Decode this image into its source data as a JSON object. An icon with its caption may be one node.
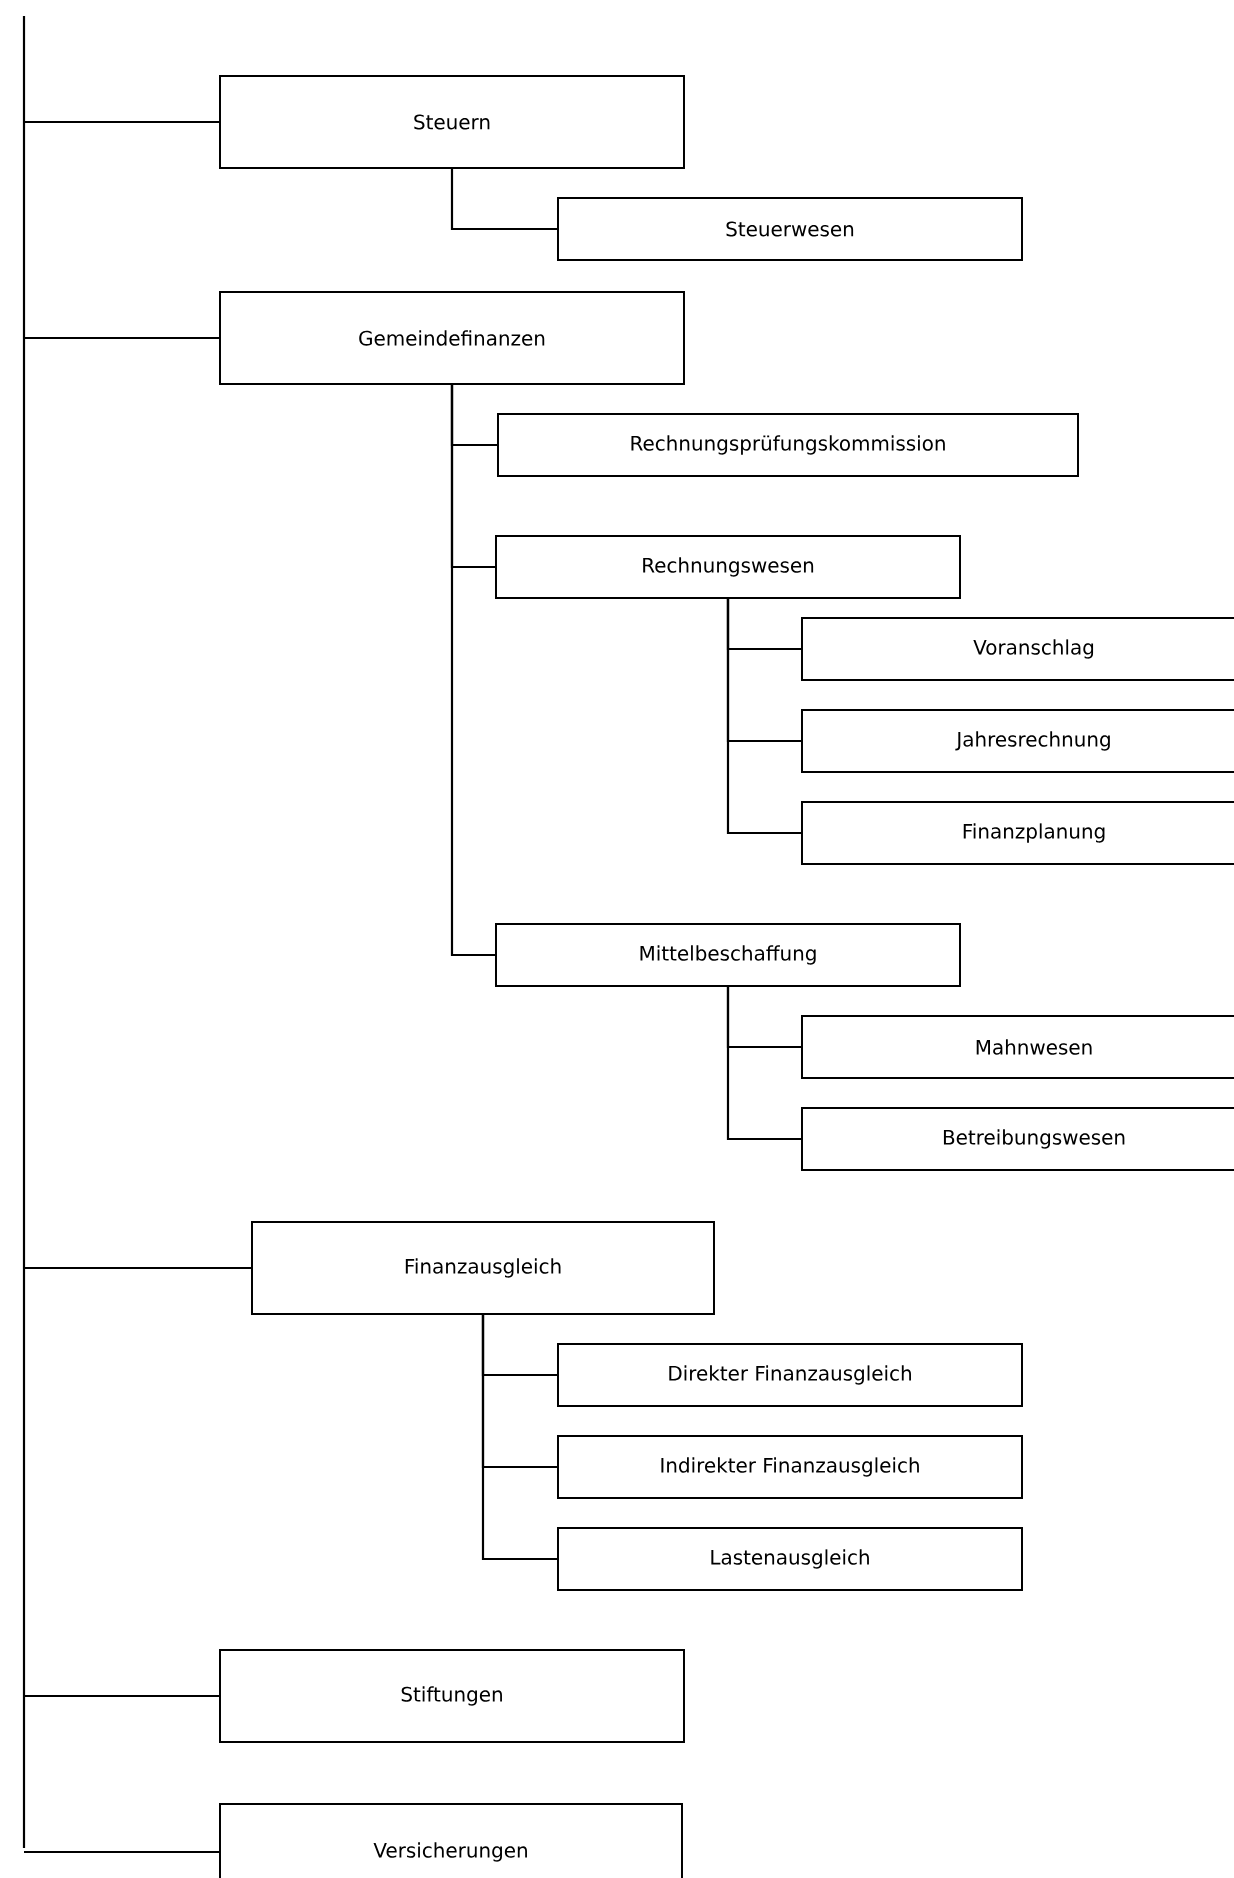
{
  "diagram": {
    "nodes": [
      {
        "text": [
          "Steuern"
        ]
      },
      {
        "text": [
          "Steuerwesen"
        ]
      },
      {
        "text": [
          "Gemeindefinanzen"
        ]
      },
      {
        "text": [
          "Rechnungsprüfungskommission"
        ]
      },
      {
        "text": [
          "Rechnungswesen"
        ]
      },
      {
        "text": [
          "Voranschlag"
        ]
      },
      {
        "text": [
          "Jahresrechnung"
        ]
      },
      {
        "text": [
          "Finanzplanung"
        ]
      },
      {
        "text": [
          "Mittelbeschaffung"
        ]
      },
      {
        "text": [
          "Mahnwesen"
        ]
      },
      {
        "text": [
          "Betreibungswesen"
        ]
      },
      {
        "text": [
          "Finanzausgleich"
        ]
      },
      {
        "text": [
          "Direkter Finanzausgleich"
        ]
      },
      {
        "text": [
          "Indirekter Finanzausgleich"
        ]
      },
      {
        "text": [
          "Lastenausgleich"
        ]
      },
      {
        "text": [
          "Stiftungen"
        ]
      },
      {
        "text": [
          "Versicherungen"
        ]
      }
    ],
    "edges": [
      {
        "from": null,
        "to": 0,
        "arrow": "none"
      },
      {
        "from": 0,
        "to": 1,
        "arrow": "none"
      },
      {
        "from": null,
        "to": 2,
        "arrow": "none"
      },
      {
        "from": 2,
        "to": 3,
        "arrow": "none"
      },
      {
        "from": 2,
        "to": 4,
        "arrow": "none"
      },
      {
        "from": 4,
        "to": 5,
        "arrow": "none"
      },
      {
        "from": 4,
        "to": 6,
        "arrow": "none"
      },
      {
        "from": 4,
        "to": 7,
        "arrow": "none"
      },
      {
        "from": 2,
        "to": 8,
        "arrow": "none"
      },
      {
        "from": 8,
        "to": 9,
        "arrow": "none"
      },
      {
        "from": 8,
        "to": 10,
        "arrow": "none"
      },
      {
        "from": null,
        "to": 11,
        "arrow": "none"
      },
      {
        "from": 11,
        "to": 12,
        "arrow": "none"
      },
      {
        "from": 11,
        "to": 13,
        "arrow": "none"
      },
      {
        "from": 11,
        "to": 14,
        "arrow": "none"
      },
      {
        "from": null,
        "to": 15,
        "arrow": "none"
      },
      {
        "from": null,
        "to": 16,
        "arrow": "none"
      }
    ]
  }
}
